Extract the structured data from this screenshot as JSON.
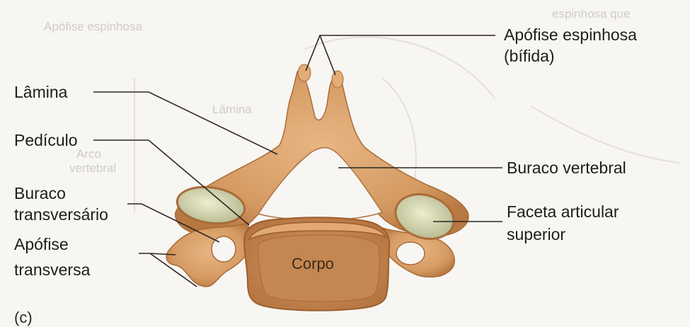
{
  "labels": {
    "spinous_process_line1": "Apófise espinhosa",
    "spinous_process_line2": "(bífida)",
    "lamina": "Lâmina",
    "pedicle": "Pedículo",
    "transverse_foramen_line1": "Buraco",
    "transverse_foramen_line2": "transversário",
    "transverse_process_line1": "Apófise",
    "transverse_process_line2": "transversa",
    "vertebral_foramen": "Buraco vertebral",
    "superior_facet_line1": "Faceta articular",
    "superior_facet_line2": "superior",
    "body": "Corpo",
    "figure_letter": "(c)"
  },
  "background_text": {
    "top_left": "Apófise espinhosa",
    "top_right": "espinhosa que",
    "left_1": "Lâmina",
    "left_2": "Arco",
    "left_3": "vertebral"
  },
  "colors": {
    "bone": "#d9a06a",
    "bone_dark": "#b97a45",
    "facet": "#d8d9b4",
    "line": "#2b2623"
  }
}
